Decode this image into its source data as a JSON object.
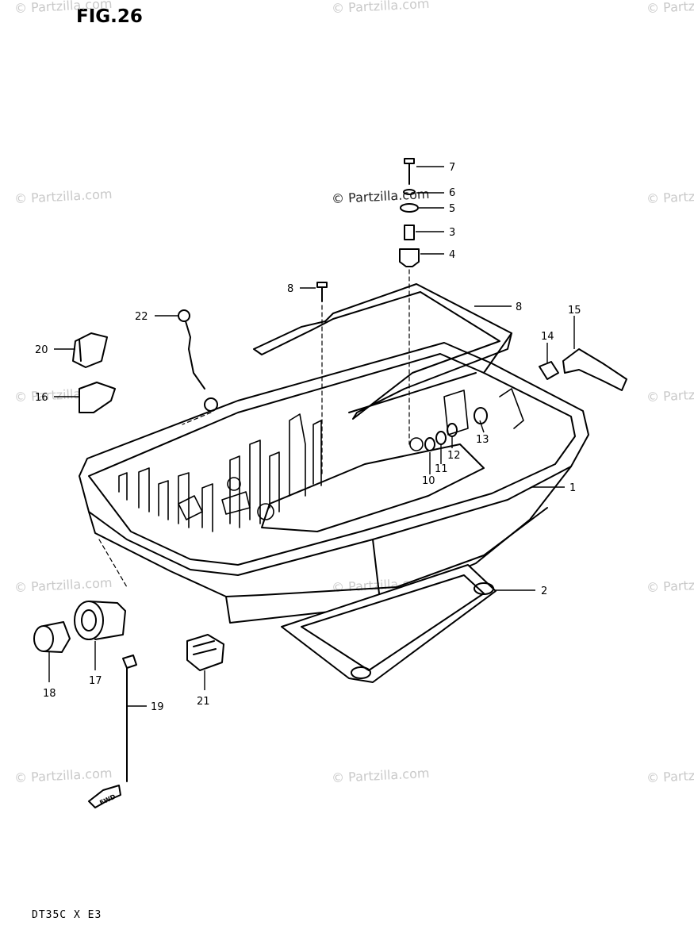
{
  "figure": {
    "title": "FIG.26",
    "model_code": "DT35C X E3"
  },
  "watermark": {
    "text": "© Partzilla.com"
  },
  "fwd_marker": {
    "label": "FWD"
  },
  "callouts": [
    {
      "id": "c1",
      "label": "1"
    },
    {
      "id": "c2",
      "label": "2"
    },
    {
      "id": "c3",
      "label": "3"
    },
    {
      "id": "c4",
      "label": "4"
    },
    {
      "id": "c5",
      "label": "5"
    },
    {
      "id": "c6",
      "label": "6"
    },
    {
      "id": "c7",
      "label": "7"
    },
    {
      "id": "c8",
      "label": "8"
    },
    {
      "id": "c8b",
      "label": "8"
    },
    {
      "id": "c10",
      "label": "10"
    },
    {
      "id": "c11",
      "label": "11"
    },
    {
      "id": "c12",
      "label": "12"
    },
    {
      "id": "c13",
      "label": "13"
    },
    {
      "id": "c14",
      "label": "14"
    },
    {
      "id": "c15",
      "label": "15"
    },
    {
      "id": "c16",
      "label": "16"
    },
    {
      "id": "c17",
      "label": "17"
    },
    {
      "id": "c18",
      "label": "18"
    },
    {
      "id": "c19",
      "label": "19"
    },
    {
      "id": "c20",
      "label": "20"
    },
    {
      "id": "c21",
      "label": "21"
    },
    {
      "id": "c22",
      "label": "22"
    }
  ]
}
